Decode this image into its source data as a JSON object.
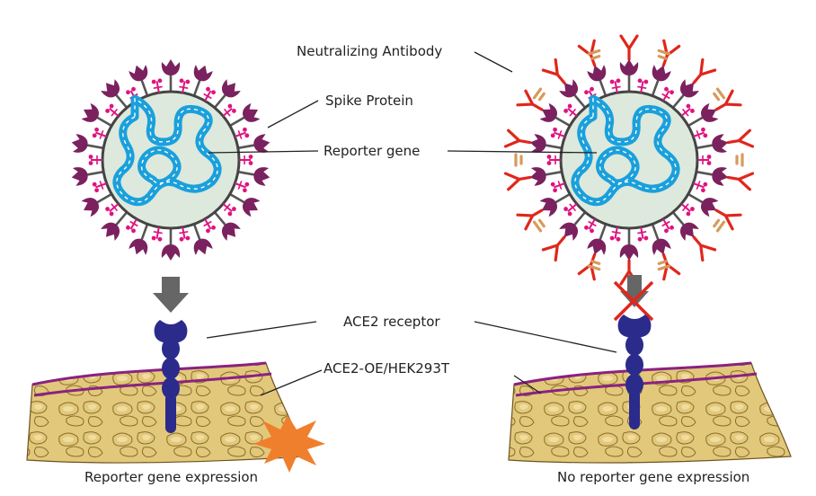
{
  "labels": {
    "neutralizing_antibody": "Neutralizing Antibody",
    "spike_protein": "Spike Protein",
    "reporter_gene": "Reporter gene",
    "ace2_receptor": "ACE2 receptor",
    "cell_line": "ACE2-OE/HEK293T"
  },
  "captions": {
    "left": "Reporter gene expression",
    "right": "No reporter gene expression"
  },
  "colors": {
    "spike": "#7b2160",
    "membrane_protein": "#e0127f",
    "stalk": "#555555",
    "envelope_fill": "#dde9dc",
    "reporter_gene": "#1aa0dc",
    "antibody_red": "#e1261c",
    "antibody_tan": "#d79a5c",
    "receptor": "#2b2b8c",
    "membrane_line": "#8a2281",
    "tissue": "#e2c87a",
    "arrow": "#666666",
    "burst": "#f07f2d"
  },
  "icons": [
    "virus-particle",
    "spike-protein-icon",
    "antibody-icon",
    "ace2-receptor-icon",
    "down-arrow-icon",
    "blocked-cross-icon",
    "signal-burst-icon"
  ]
}
